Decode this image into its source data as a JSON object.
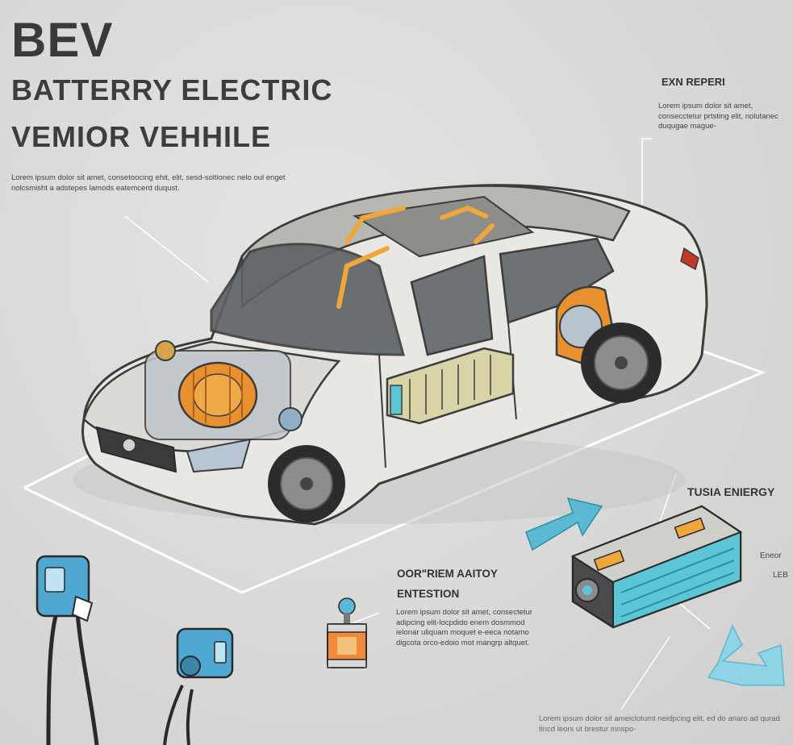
{
  "title": {
    "line1": "BEV",
    "line2": "BATTERRY ELECTRIC",
    "line3": "VEMIOR VEHHILE"
  },
  "intro_text": "Lorem ipsum dolor sit amet, consetoocing ehit, elit, sesd-soltionec nelo oul enget nolcsmisht a adstepes lamods eatemcerd duqust.",
  "callouts": {
    "top_right": {
      "label": "EXN REPERI",
      "text": "Lorem ipsum dolor sit amet, consecctetur prtsting elit, nolutanec duqugae mague-"
    },
    "thermal": {
      "label": "TUSIA ENIERGY",
      "sub1": "Eneor",
      "sub2": "LEB"
    },
    "battery_system": {
      "label_line1": "OOR\"RIEM AAITOY",
      "label_line2": "ENTESTION",
      "text": "Lorem ipsum dolor sit amet, consectetur adipcing elit-locpdido enem dosmmod ielonar uliquam moquet e-eeca notamo digcota orco-edoio mot mangrp altquet."
    },
    "bottom": {
      "text": "Lorem ipsum dolor sit ameiclotumt neidpcing elit, ed do ariaro ad qurad tincd leors ut brestur mnspo-"
    }
  },
  "colors": {
    "car_body": "#e9e7e3",
    "car_outline": "#3c3c3c",
    "motor_orange": "#e8912e",
    "battery_teal": "#5cc6d6",
    "arrow_blue": "#5bb9d3",
    "charger_blue": "#4ea8d1",
    "platform_line": "#ffffff"
  }
}
